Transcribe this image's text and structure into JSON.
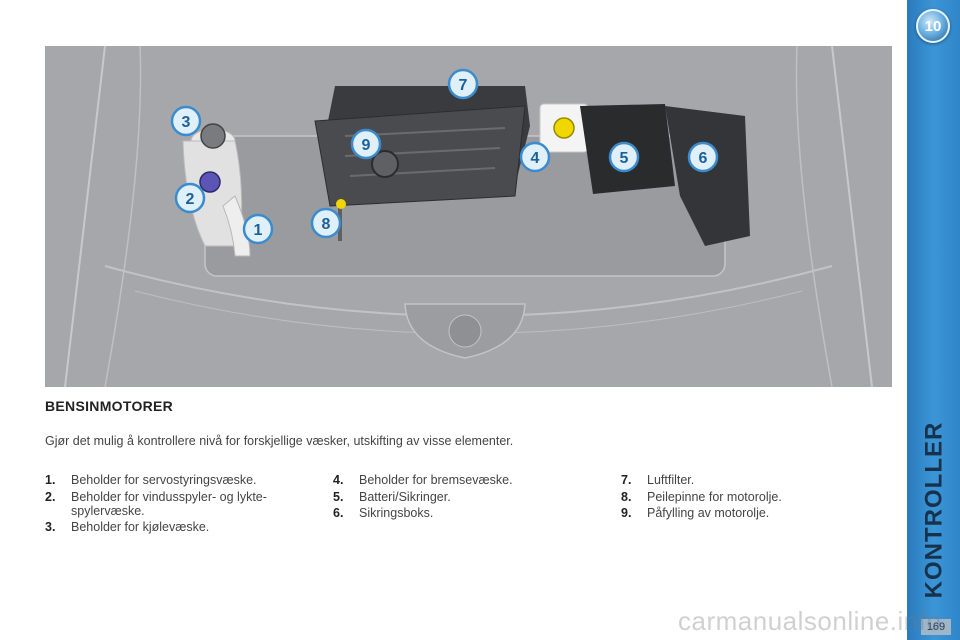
{
  "sidebar": {
    "chapter_number": "10",
    "chapter_title": "KONTROLLER",
    "page_number": "169"
  },
  "figure": {
    "callouts": [
      "1",
      "2",
      "3",
      "4",
      "5",
      "6",
      "7",
      "8",
      "9"
    ]
  },
  "section": {
    "title": "BENSINMOTORER",
    "intro": "Gjør det mulig å kontrollere nivå for forskjellige væsker, utskifting av visse elementer."
  },
  "legend": {
    "col1": [
      {
        "num": "1.",
        "text": "Beholder for servostyringsvæske."
      },
      {
        "num": "2.",
        "text": "Beholder for vindusspyler- og lykte-spylervæske."
      },
      {
        "num": "3.",
        "text": "Beholder for kjølevæske."
      }
    ],
    "col2": [
      {
        "num": "4.",
        "text": "Beholder for bremsevæske."
      },
      {
        "num": "5.",
        "text": "Batteri/Sikringer."
      },
      {
        "num": "6.",
        "text": "Sikringsboks."
      }
    ],
    "col3": [
      {
        "num": "7.",
        "text": "Luftfilter."
      },
      {
        "num": "8.",
        "text": "Peilepinne for motorolje."
      },
      {
        "num": "9.",
        "text": "Påfylling av motorolje."
      }
    ]
  },
  "watermark": "carmanualsonline.info"
}
